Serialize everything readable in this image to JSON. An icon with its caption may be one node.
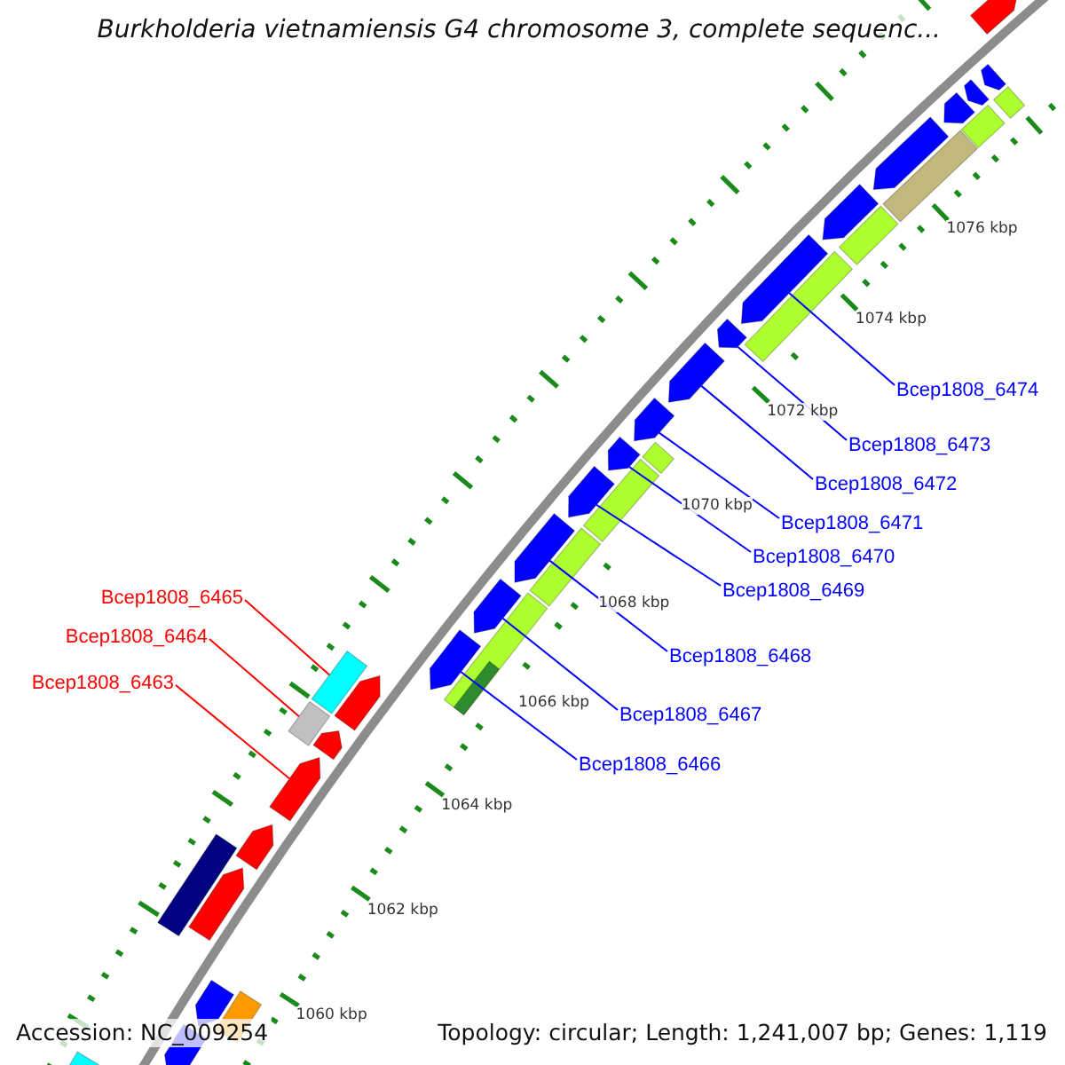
{
  "diagram": {
    "title": "Burkholderia vietnamiensis G4 chromosome 3, complete sequenc...",
    "nodes": [
      {
        "text": [
          "Bcep1808_6474"
        ]
      },
      {
        "text": [
          "Bcep1808_6473"
        ]
      },
      {
        "text": [
          "Bcep1808_6472"
        ]
      },
      {
        "text": [
          "Bcep1808_6471"
        ]
      },
      {
        "text": [
          "Bcep1808_6470"
        ]
      },
      {
        "text": [
          "Bcep1808_6469"
        ]
      },
      {
        "text": [
          "Bcep1808_6465"
        ]
      },
      {
        "text": [
          "Bcep1808_6464"
        ]
      },
      {
        "text": [
          "Bcep1808_6468"
        ]
      },
      {
        "text": [
          "Bcep1808_6463"
        ]
      },
      {
        "text": [
          "Bcep1808_6467"
        ]
      },
      {
        "text": [
          "Bcep1808_6466"
        ]
      },
      {
        "text": [],
        "shape": "arrow"
      },
      {
        "text": [],
        "shape": "box"
      },
      {
        "text": [],
        "shape": "arrow"
      },
      {
        "text": [],
        "shape": "arrow"
      },
      {
        "text": [],
        "shape": "box"
      },
      {
        "text": [],
        "shape": "arrow"
      },
      {
        "text": [],
        "shape": "box"
      },
      {
        "text": [],
        "shape": "arrow"
      },
      {
        "text": [],
        "shape": "box"
      },
      {
        "text": [],
        "shape": "arrow"
      },
      {
        "text": [],
        "shape": "arrow"
      },
      {
        "text": [],
        "shape": "box"
      },
      {
        "text": [],
        "shape": "arrow"
      },
      {
        "text": [],
        "shape": "arrow"
      },
      {
        "text": [],
        "shape": "arrow"
      },
      {
        "text": [],
        "shape": "box"
      },
      {
        "text": [],
        "shape": "arrow"
      },
      {
        "text": [],
        "shape": "box"
      },
      {
        "text": [],
        "shape": "arrow"
      },
      {
        "text": [],
        "shape": "box"
      },
      {
        "text": [],
        "shape": "arrow"
      },
      {
        "text": [],
        "shape": "arrow"
      },
      {
        "text": [],
        "shape": "box"
      },
      {
        "text": [],
        "shape": "arrow"
      },
      {
        "text": [],
        "shape": "box",
        "in": 34
      },
      {
        "text": [],
        "shape": "box"
      },
      {
        "text": [],
        "shape": "arrow"
      },
      {
        "text": [],
        "shape": "box"
      },
      {
        "text": [],
        "shape": "arrow"
      },
      {
        "text": [],
        "shape": "arrow"
      },
      {
        "text": [],
        "shape": "arrow"
      },
      {
        "text": [],
        "shape": "box"
      },
      {
        "text": [],
        "shape": "arrow"
      },
      {
        "text": [],
        "shape": "box"
      },
      {
        "text": [],
        "shape": "arrow"
      },
      {
        "text": [],
        "shape": "arrow"
      },
      {
        "text": [],
        "shape": "box"
      }
    ],
    "edges": [
      {
        "from": 0,
        "to": 22,
        "arrow": "none"
      },
      {
        "from": 1,
        "to": 24,
        "arrow": "none"
      },
      {
        "from": 2,
        "to": 25,
        "arrow": "none"
      },
      {
        "from": 3,
        "to": 26,
        "arrow": "none"
      },
      {
        "from": 4,
        "to": 28,
        "arrow": "none"
      },
      {
        "from": 5,
        "to": 30,
        "arrow": "none"
      },
      {
        "from": 6,
        "to": 37,
        "arrow": "none",
        "color": "#ff0000"
      },
      {
        "from": 7,
        "to": 39,
        "arrow": "none",
        "color": "#ff0000"
      },
      {
        "from": 8,
        "to": 32,
        "arrow": "none"
      },
      {
        "from": 9,
        "to": 41,
        "arrow": "none",
        "color": "#ff0000"
      },
      {
        "from": 10,
        "to": 33,
        "arrow": "none"
      },
      {
        "from": 11,
        "to": 35,
        "arrow": "none"
      }
    ],
    "labels": [
      "1076 kbp",
      "1074 kbp",
      "1072 kbp",
      "1070 kbp",
      "1068 kbp",
      "1066 kbp",
      "1064 kbp",
      "1062 kbp",
      "1060 kbp",
      "Accession: NC_009254",
      "Topology: circular; Length: 1,241,007 bp; Genes: 1,119"
    ]
  }
}
